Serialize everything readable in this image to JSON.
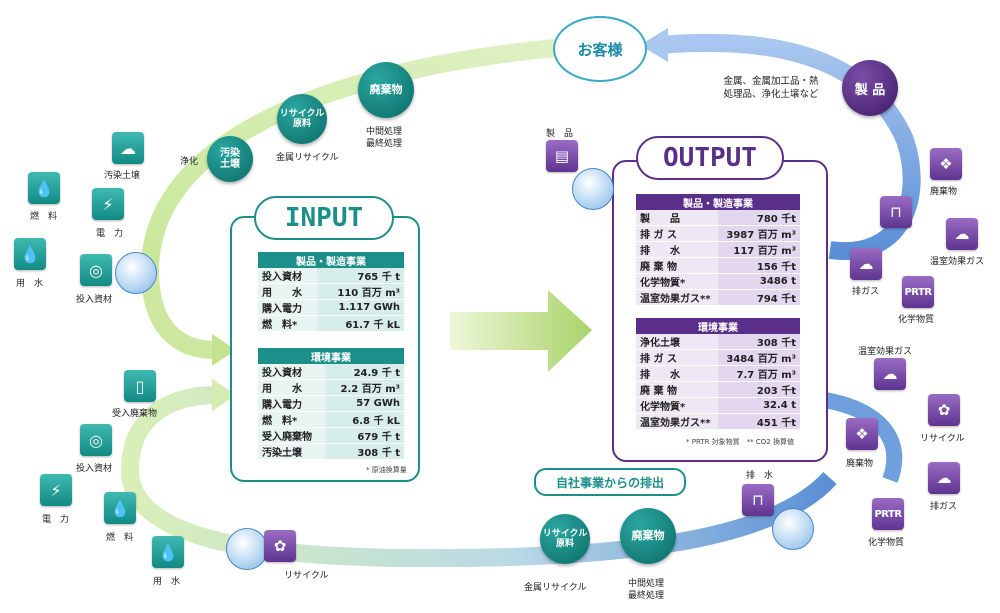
{
  "customer": "お客様",
  "product_circle": "製 品",
  "product_desc": "金属、金属加工品・熱\n処理品、浄化土壌など",
  "top_loop": {
    "soil": "汚染\n土壌",
    "recycle": "リサイクル\n原料",
    "waste": "廃棄物",
    "label_jouka": "浄化",
    "label_metal": "金属リサイクル",
    "label_waste": "中間処理\n最終処理"
  },
  "bottom_loop": {
    "recycle": "リサイクル\n原料",
    "waste": "廃棄物",
    "label_metal": "金属リサイクル",
    "label_waste": "中間処理\n最終処理",
    "label_recycle": "リサイクル",
    "emission_banner": "自社事業からの排出"
  },
  "left_icons": {
    "soil": "汚染土壌",
    "fuel": "燃　料",
    "power": "電　力",
    "water": "用　水",
    "input": "投入資材",
    "accepted_waste": "受入廃棄物",
    "input2": "投入資材",
    "power2": "電　力",
    "fuel2": "燃　料",
    "water2": "用　水"
  },
  "right_icons": {
    "product": "製　品",
    "waste": "廃棄物",
    "ghg": "温室効果ガス",
    "exhaust": "排ガス",
    "chem": "化学物質",
    "prtr": "PRTR",
    "ghg2": "温室効果ガス",
    "recycle": "リサイクル",
    "waste2": "廃棄物",
    "exhaust2": "排ガス",
    "chem2": "化学物質",
    "drain": "排　水"
  },
  "input": {
    "title": "INPUT",
    "mfg": {
      "header": "製品・製造事業",
      "rows": [
        {
          "k": "投入資材",
          "v": "765 千 t"
        },
        {
          "k": "用　　水",
          "v": "110 百万 m³"
        },
        {
          "k": "購入電力",
          "v": "1.117 GWh"
        },
        {
          "k": "燃　料*",
          "v": "61.7 千 kL"
        }
      ]
    },
    "env": {
      "header": "環境事業",
      "rows": [
        {
          "k": "投入資材",
          "v": "24.9 千 t"
        },
        {
          "k": "用　　水",
          "v": "2.2 百万 m³"
        },
        {
          "k": "購入電力",
          "v": "57 GWh"
        },
        {
          "k": "燃　料*",
          "v": "6.8 千 kL"
        },
        {
          "k": "受入廃棄物",
          "v": "679 千 t"
        },
        {
          "k": "汚染土壌",
          "v": "308 千 t"
        }
      ]
    },
    "note": "* 原油換算量"
  },
  "output": {
    "title": "OUTPUT",
    "mfg": {
      "header": "製品・製造事業",
      "rows": [
        {
          "k": "製　　品",
          "v": "780 千t"
        },
        {
          "k": "排 ガ ス",
          "v": "3987 百万 m³"
        },
        {
          "k": "排　　水",
          "v": "117 百万 m³"
        },
        {
          "k": "廃 棄 物",
          "v": "156 千t"
        },
        {
          "k": "化学物質*",
          "v": "3486 t"
        },
        {
          "k": "温室効果ガス**",
          "v": "794 千t"
        }
      ]
    },
    "env": {
      "header": "環境事業",
      "rows": [
        {
          "k": "浄化土壌",
          "v": "308 千t"
        },
        {
          "k": "排 ガ ス",
          "v": "3484 百万 m³"
        },
        {
          "k": "排　　水",
          "v": "7.7 百万 m³"
        },
        {
          "k": "廃 棄 物",
          "v": "203 千t"
        },
        {
          "k": "化学物質*",
          "v": "32.4 t"
        },
        {
          "k": "温室効果ガス**",
          "v": "451 千t"
        }
      ]
    },
    "note": "* PRTR 対象物質　** CO2 換算値"
  }
}
